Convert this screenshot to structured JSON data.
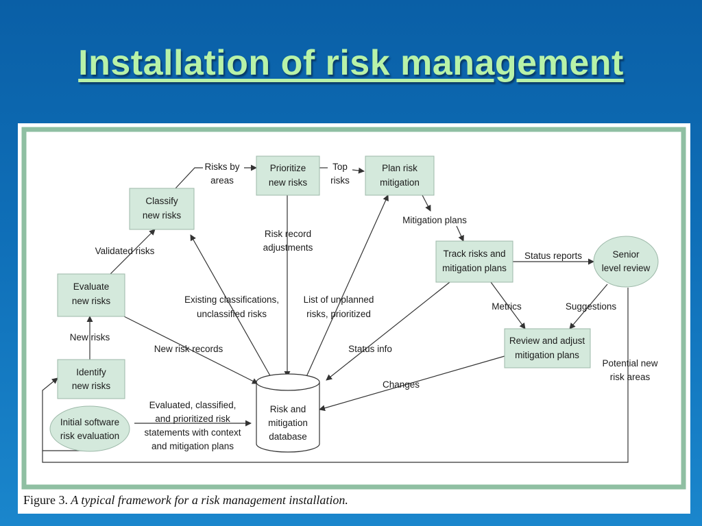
{
  "title": "Installation of risk management",
  "figure": {
    "caption_number": "Figure 3.",
    "caption_text": "A typical framework for a risk management installation.",
    "nodes": {
      "initial": [
        "Initial software",
        "risk evaluation"
      ],
      "identify": [
        "Identify",
        "new risks"
      ],
      "evaluate": [
        "Evaluate",
        "new risks"
      ],
      "classify": [
        "Classify",
        "new risks"
      ],
      "prioritize": [
        "Prioritize",
        "new risks"
      ],
      "plan": [
        "Plan risk",
        "mitigation"
      ],
      "track": [
        "Track risks and",
        "mitigation plans"
      ],
      "senior": [
        "Senior",
        "level review"
      ],
      "review": [
        "Review and adjust",
        "mitigation plans"
      ],
      "database": [
        "Risk and",
        "mitigation",
        "database"
      ]
    },
    "edge_labels": {
      "risks_by_areas": [
        "Risks by",
        "areas"
      ],
      "top_risks": [
        "Top",
        "risks"
      ],
      "validated_risks": [
        "Validated risks"
      ],
      "new_risks": [
        "New risks"
      ],
      "mitigation_plans": [
        "Mitigation plans"
      ],
      "status_reports": [
        "Status reports"
      ],
      "metrics": [
        "Metrics"
      ],
      "suggestions": [
        "Suggestions"
      ],
      "risk_record_adjustments": [
        "Risk record",
        "adjustments"
      ],
      "existing_classifications": [
        "Existing classifications,",
        "unclassified risks"
      ],
      "list_unplanned": [
        "List of unplanned",
        "risks, prioritized"
      ],
      "new_risk_records": [
        "New risk records"
      ],
      "status_info": [
        "Status info"
      ],
      "changes": [
        "Changes"
      ],
      "potential_new": [
        "Potential new",
        "risk areas"
      ],
      "evaluated_classified": [
        "Evaluated, classified,",
        "and prioritized risk",
        "statements with context",
        "and mitigation plans"
      ]
    }
  }
}
